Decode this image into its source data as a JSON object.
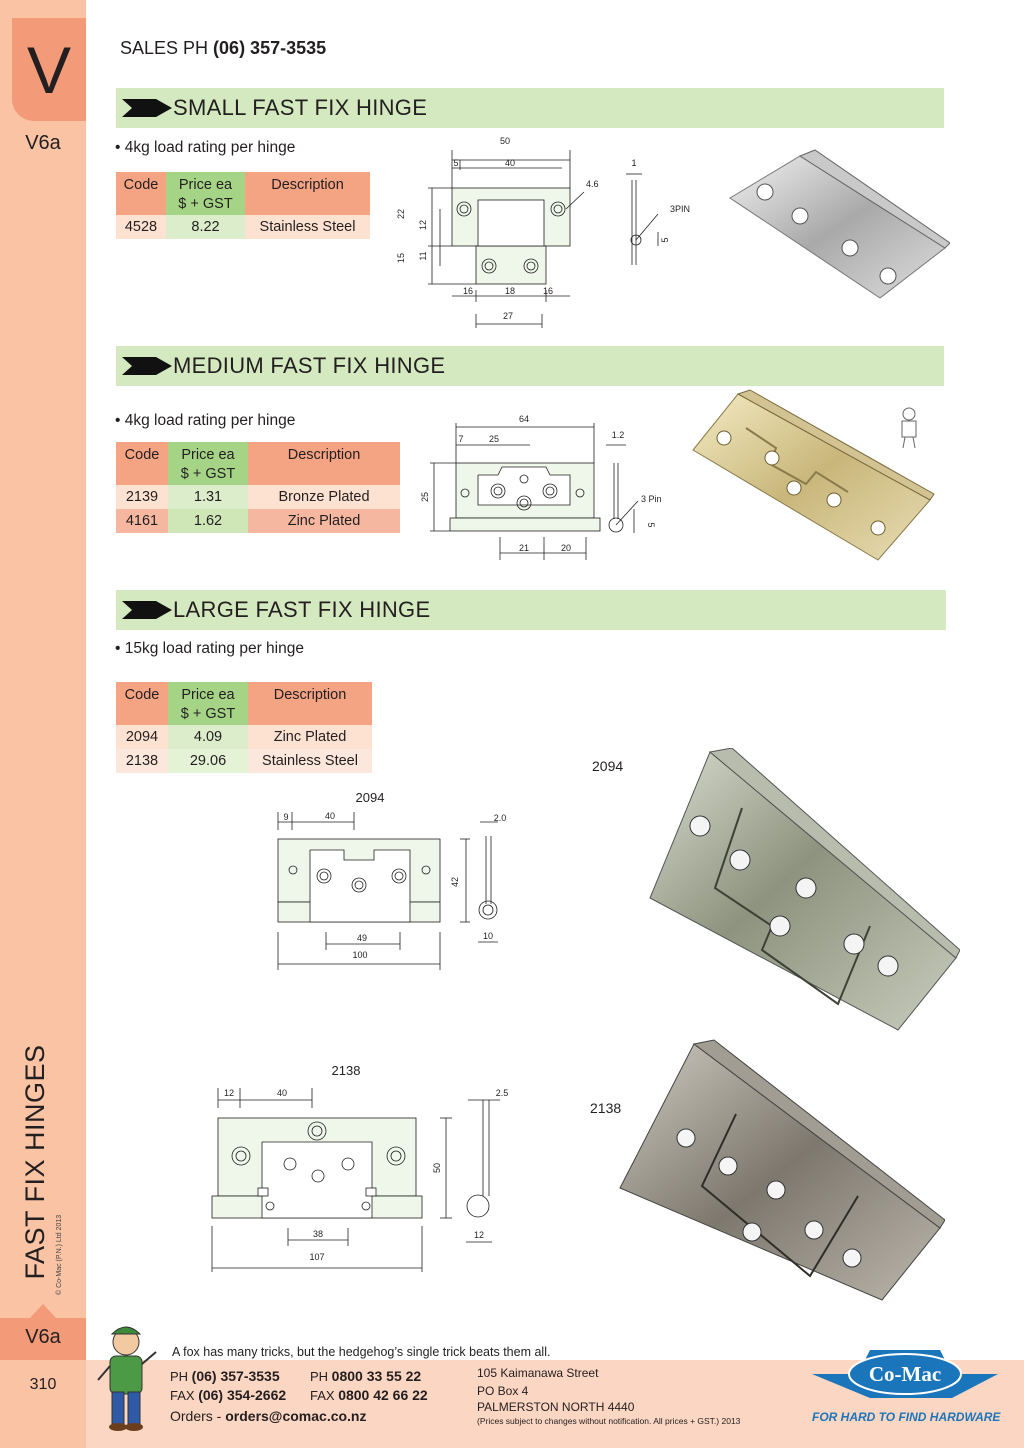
{
  "sidebar": {
    "letter": "V",
    "code_top": "V6a",
    "vertical_title": "FAST FIX HINGES",
    "code_bottom": "V6a",
    "page_number": "310",
    "copyright": "© Co-Mac (P.N.) Ltd 2013"
  },
  "header": {
    "sales_label": "SALES  PH ",
    "sales_phone": "(06) 357-3535"
  },
  "table_headers": {
    "code": "Code",
    "price_line1": "Price ea",
    "price_line2": "$ + GST",
    "description": "Description"
  },
  "sections": [
    {
      "title": "SMALL FAST FIX HINGE",
      "load": "• 4kg load rating per hinge",
      "rows": [
        {
          "code": "4528",
          "price": "8.22",
          "description": "Stainless Steel"
        }
      ],
      "dims": {
        "d50": "50",
        "d5": "5",
        "d40": "40",
        "d1": "1",
        "d4_6": "4.6",
        "d3pin": "3PIN",
        "d22": "22",
        "d12": "12",
        "d15": "15",
        "d11": "11",
        "d5b": "5",
        "d16a": "16",
        "d18": "18",
        "d16b": "16",
        "d27": "27"
      }
    },
    {
      "title": "MEDIUM FAST FIX HINGE",
      "load": "• 4kg load rating per hinge",
      "rows": [
        {
          "code": "2139",
          "price": "1.31",
          "description": "Bronze Plated"
        },
        {
          "code": "4161",
          "price": "1.62",
          "description": "Zinc Plated"
        }
      ],
      "dims": {
        "d64": "64",
        "d7": "7",
        "d25": "25",
        "d1_2": "1.2",
        "d25v": "25",
        "d3pin": "3 Pin",
        "d5": "5",
        "d21": "21",
        "d20": "20"
      }
    },
    {
      "title": "LARGE FAST FIX HINGE",
      "load": "• 15kg load rating per hinge",
      "rows": [
        {
          "code": "2094",
          "price": "4.09",
          "description": "Zinc Plated"
        },
        {
          "code": "2138",
          "price": "29.06",
          "description": "Stainless Steel"
        }
      ],
      "drawing_2094": {
        "label": "2094",
        "d9": "9",
        "d40": "40",
        "d2_0": "2.0",
        "d42": "42",
        "d49": "49",
        "d100": "100",
        "d10": "10"
      },
      "drawing_2138": {
        "label": "2138",
        "d12": "12",
        "d40": "40",
        "d2_5": "2.5",
        "d50": "50",
        "d38": "38",
        "d107": "107",
        "d12b": "12"
      },
      "photo_labels": {
        "p2094": "2094",
        "p2138": "2138"
      }
    }
  ],
  "footer": {
    "tagline": "A fox has many tricks, but the hedgehog’s single trick beats them all.",
    "ph_label": "PH ",
    "ph": "(06) 357-3535",
    "ph2_label": "PH ",
    "ph2": "0800 33 55 22",
    "fax_label": "FAX ",
    "fax": "(06) 354-2662",
    "fax2_label": "FAX ",
    "fax2": "0800 42 66 22",
    "orders_label": "Orders - ",
    "orders_email": "orders@comac.co.nz",
    "address_line1": "105 Kaimanawa Street",
    "address_line2": "PO Box 4",
    "address_line3": "PALMERSTON NORTH 4440",
    "notice": "(Prices subject to changes without notification.  All prices + GST.)  2013",
    "logo_text": "Co-Mac",
    "logo_slogan": "FOR HARD TO FIND HARDWARE"
  },
  "colors": {
    "sidebar": "#f9c3a4",
    "tab": "#f39a78",
    "band": "#d5e9c1",
    "logo_blue": "#1b75bb"
  }
}
